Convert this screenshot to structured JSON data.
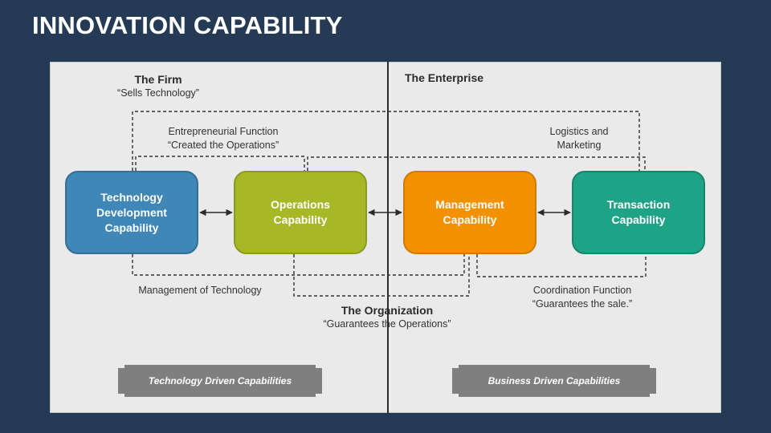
{
  "title": "INNOVATION CAPABILITY",
  "boxes": {
    "tech": "Technology Development Capability",
    "ops": "Operations Capability",
    "mgmt": "Management Capability",
    "trans": "Transaction Capability"
  },
  "labels": {
    "firm": {
      "head": "The Firm",
      "sub": "“Sells Technology”"
    },
    "enterprise": {
      "head": "The Enterprise"
    },
    "entrepreneurial": {
      "line1": "Entrepreneurial Function",
      "line2": "“Created the Operations”"
    },
    "logistics": {
      "line1": "Logistics and",
      "line2": "Marketing"
    },
    "mgmt_tech": {
      "line1": "Management of Technology"
    },
    "coordination": {
      "line1": "Coordination Function",
      "line2": "“Guarantees the sale.”"
    },
    "organization": {
      "head": "The Organization",
      "sub": "“Guarantees the Operations”"
    }
  },
  "plaques": {
    "left": "Technology Driven Capabilities",
    "right": "Business Driven Capabilities"
  },
  "colors": {
    "background": "#253a54",
    "tech": "#3e87b7",
    "ops": "#a6b826",
    "mgmt": "#f39100",
    "trans": "#1fa386",
    "plaque": "#7f7f7f"
  }
}
